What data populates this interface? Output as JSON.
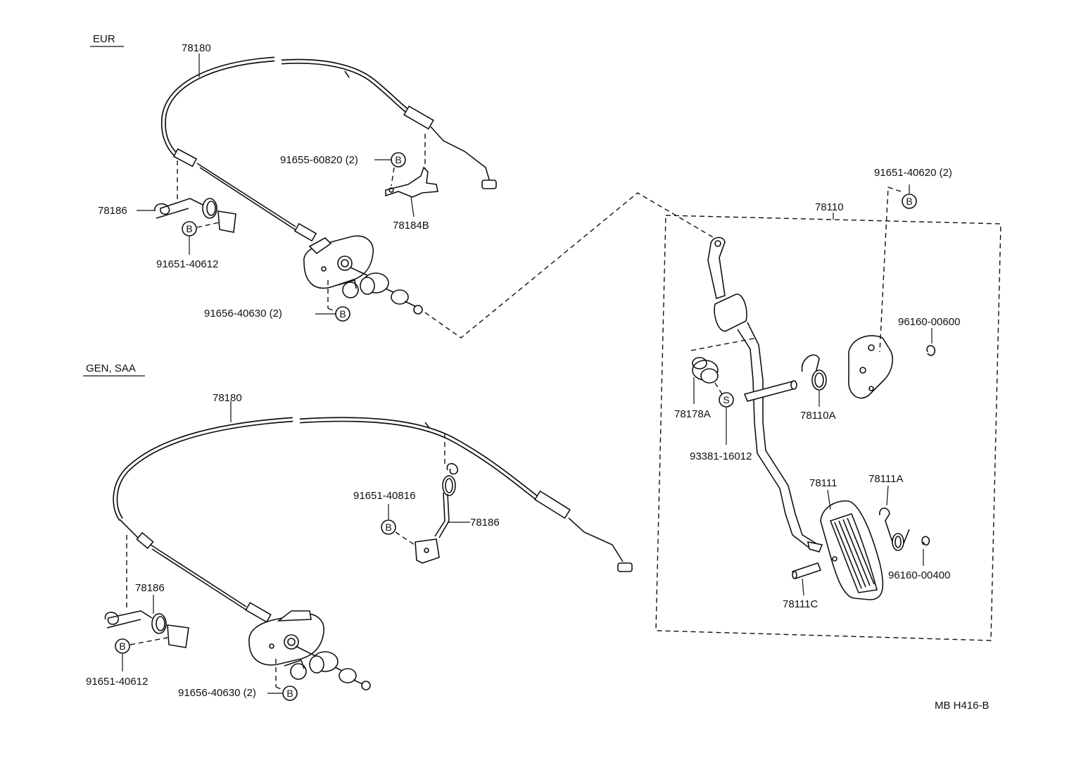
{
  "sections": {
    "eur": "EUR",
    "gen_saa": "GEN, SAA"
  },
  "labels": {
    "eur_cable": "78180",
    "eur_spring": "78186",
    "eur_bolt_spring": "91651-40612",
    "eur_bracket_bolt": "91655-60820 (2)",
    "eur_bracket": "78184B",
    "eur_bolt_mount": "91656-40630 (2)",
    "gen_cable": "78180",
    "gen_bolt_upper": "91651-40816",
    "gen_spring_upper": "78186",
    "gen_spring_lower": "78186",
    "gen_bolt_lower": "91651-40612",
    "gen_bolt_mount": "91656-40630 (2)",
    "pedal_assy": "78110",
    "pedal_bolt": "91651-40620 (2)",
    "clip_upper": "96160-00600",
    "cushion": "78178A",
    "pedal_spring": "78110A",
    "bushing": "93381-16012",
    "pedal_pad": "78111",
    "pad_spring": "78111A",
    "clip_lower": "96160-00400",
    "pad_pin": "78111C",
    "figure_code": "MB H416-B"
  },
  "symbols": {
    "bolt": "B",
    "special": "S"
  },
  "icons": {
    "callout": "circled-letter-icon"
  }
}
